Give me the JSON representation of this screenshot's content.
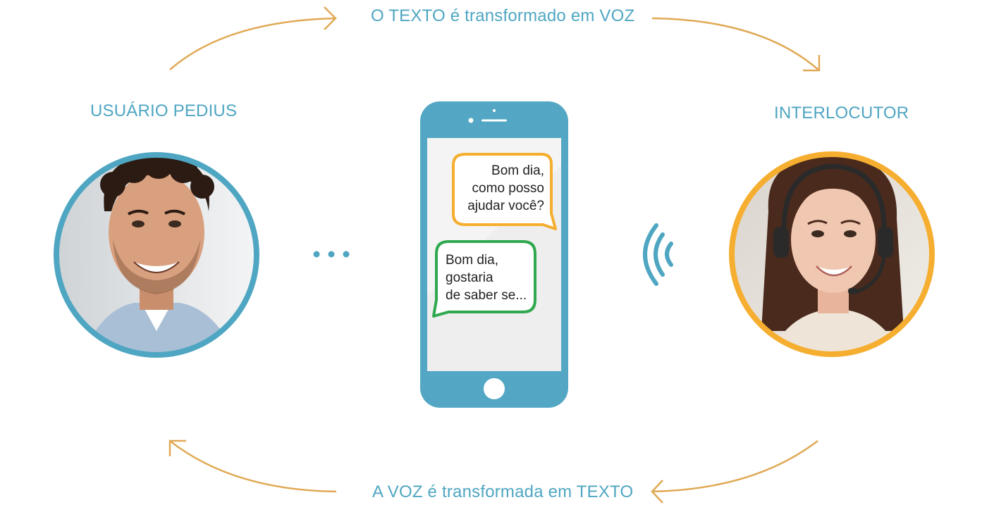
{
  "flow": {
    "top_caption": "O TEXTO é transformado em VOZ",
    "bottom_caption": "A VOZ é transformada em TEXTO"
  },
  "left_person": {
    "label": "USUÁRIO PEDIUS",
    "ring_color": "#4fa6c2"
  },
  "right_person": {
    "label": "INTERLOCUTOR",
    "ring_color": "#f5ae2f"
  },
  "phone": {
    "color": "#53a7c4",
    "operator_message": "Bom dia,\ncomo posso\najudar você?",
    "operator_bubble_color": "#f5ae2f",
    "user_message": "Bom dia,\ngostaria\nde saber se...",
    "user_bubble_color": "#2fa84f"
  },
  "colors": {
    "arrow": "#e0a955",
    "caption": "#4fa6c2",
    "typing_dots": "#4fa6c2",
    "sound_waves": "#4fa6c2"
  },
  "icons": {
    "typing": "typing-dots-icon",
    "sound": "sound-waves-icon"
  }
}
